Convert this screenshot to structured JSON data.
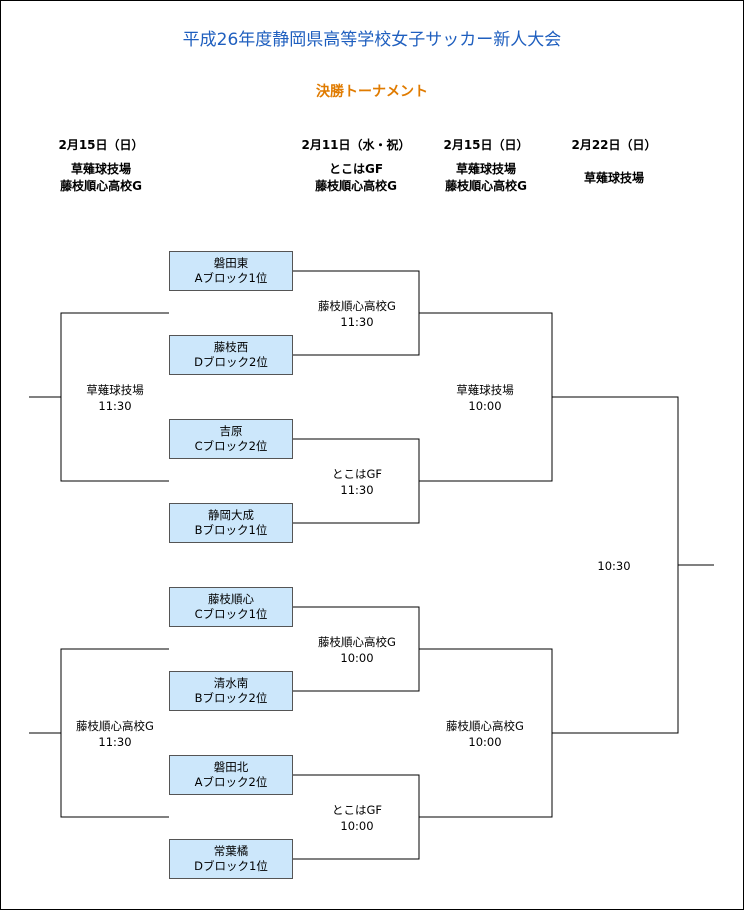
{
  "title": "平成26年度静岡県高等学校女子サッカー新人大会",
  "subtitle": "決勝トーナメント",
  "headers": {
    "col1": {
      "date": "2月15日（日）",
      "venue1": "草薙球技場",
      "venue2": "藤枝順心高校G"
    },
    "col2": {
      "date": "2月11日（水・祝）",
      "venue1": "とこはGF",
      "venue2": "藤枝順心高校G"
    },
    "col3": {
      "date": "2月15日（日）",
      "venue1": "草薙球技場",
      "venue2": "藤枝順心高校G"
    },
    "col4": {
      "date": "2月22日（日）",
      "venue1": "草薙球技場"
    }
  },
  "teams": [
    {
      "name": "磐田東",
      "block": "Aブロック1位"
    },
    {
      "name": "藤枝西",
      "block": "Dブロック2位"
    },
    {
      "name": "吉原",
      "block": "Cブロック2位"
    },
    {
      "name": "静岡大成",
      "block": "Bブロック1位"
    },
    {
      "name": "藤枝順心",
      "block": "Cブロック1位"
    },
    {
      "name": "清水南",
      "block": "Bブロック2位"
    },
    {
      "name": "磐田北",
      "block": "Aブロック2位"
    },
    {
      "name": "常葉橘",
      "block": "Dブロック1位"
    }
  ],
  "round1": [
    {
      "venue": "藤枝順心高校G",
      "time": "11:30"
    },
    {
      "venue": "とこはGF",
      "time": "11:30"
    },
    {
      "venue": "藤枝順心高校G",
      "time": "10:00"
    },
    {
      "venue": "とこはGF",
      "time": "10:00"
    }
  ],
  "left_matches": [
    {
      "venue": "草薙球技場",
      "time": "11:30"
    },
    {
      "venue": "藤枝順心高校G",
      "time": "11:30"
    }
  ],
  "semis": [
    {
      "venue": "草薙球技場",
      "time": "10:00"
    },
    {
      "venue": "藤枝順心高校G",
      "time": "10:00"
    }
  ],
  "final": {
    "time": "10:30"
  }
}
